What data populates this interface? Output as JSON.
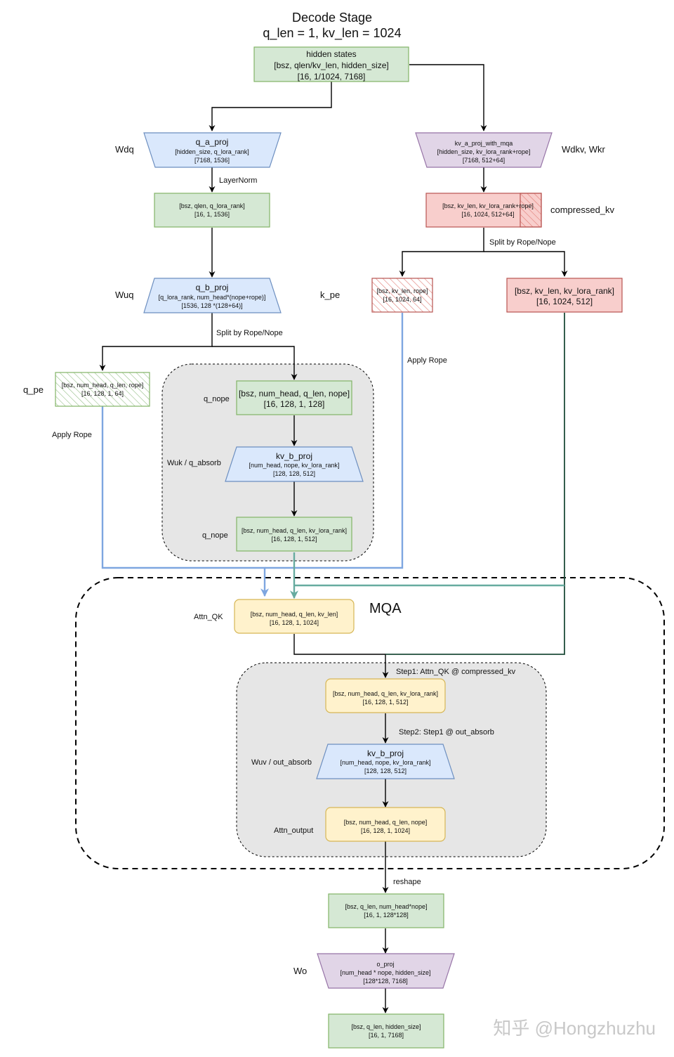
{
  "title": {
    "line1": "Decode Stage",
    "line2": "q_len = 1, kv_len = 1024"
  },
  "nodes": {
    "hidden_states": {
      "l1": "hidden states",
      "l2": "[bsz, qlen/kv_len, hidden_size]",
      "l3": "[16, 1/1024, 7168]"
    },
    "q_a_proj": {
      "l1": "q_a_proj",
      "l2": "[hidden_size, q_lora_rank]",
      "l3": "[7168, 1536]"
    },
    "kv_a_proj": {
      "l1": "kv_a_proj_with_mqa",
      "l2": "[hidden_size, kv_lora_rank+rope]",
      "l3": "[7168, 512+64]"
    },
    "q_lora": {
      "l1": "[bsz, qlen, q_lora_rank]",
      "l2": "[16, 1, 1536]"
    },
    "compressed": {
      "l1": "[bsz, kv_len, kv_lora_rank+rope]",
      "l2": "[16, 1024, 512+64]"
    },
    "q_b_proj": {
      "l1": "q_b_proj",
      "l2": "[q_lora_rank, num_head*(nope+rope)]",
      "l3": "[1536, 128 *(128+64)]"
    },
    "k_pe": {
      "l1": "[bsz, kv_len, rope]",
      "l2": "[16, 1024, 64]"
    },
    "kv_latent": {
      "l1": "[bsz, kv_len, kv_lora_rank]",
      "l2": "[16, 1024, 512]"
    },
    "q_pe": {
      "l1": "[bsz, num_head, q_len, rope]",
      "l2": "[16, 128, 1, 64]"
    },
    "q_nope1": {
      "l1": "[bsz, num_head, q_len, nope]",
      "l2": "[16, 128, 1, 128]"
    },
    "kv_b_proj1": {
      "l1": "kv_b_proj",
      "l2": "[num_head, nope, kv_lora_rank]",
      "l3": "[128, 128, 512]"
    },
    "q_nope2": {
      "l1": "[bsz, num_head, q_len, kv_lora_rank]",
      "l2": "[16, 128, 1, 512]"
    },
    "attn_qk": {
      "l1": "[bsz, num_head, q_len, kv_len]",
      "l2": "[16, 128, 1, 1024]"
    },
    "step1": {
      "l1": "[bsz, num_head, q_len, kv_lora_rank]",
      "l2": "[16, 128, 1, 512]"
    },
    "kv_b_proj2": {
      "l1": "kv_b_proj",
      "l2": "[num_head, nope, kv_lora_rank]",
      "l3": "[128, 128, 512]"
    },
    "attn_out": {
      "l1": "[bsz, num_head, q_len, nope]",
      "l2": "[16, 128, 1, 1024]"
    },
    "reshaped": {
      "l1": "[bsz, q_len, num_head*nope]",
      "l2": "[16, 1, 128*128]"
    },
    "o_proj": {
      "l1": "o_proj",
      "l2": "[num_head * nope, hidden_size]",
      "l3": "[128*128, 7168]"
    },
    "final": {
      "l1": "[bsz, q_len, hidden_size]",
      "l2": "[16, 1, 7168]"
    }
  },
  "labels": {
    "wdq": "Wdq",
    "wdkv": "Wdkv, Wkr",
    "layernorm": "LayerNorm",
    "compressed_kv": "compressed_kv",
    "split1": "Split by Rope/Nope",
    "wuq": "Wuq",
    "k_pe": "k_pe",
    "split2": "Split by Rope/Nope",
    "apply_rope_k": "Apply Rope",
    "q_pe": "q_pe",
    "q_nope1": "q_nope",
    "apply_rope_q": "Apply Rope",
    "wuk": "Wuk / q_absorb",
    "q_nope2": "q_nope",
    "mqa": "MQA",
    "attn_qk": "Attn_QK",
    "step1": "Step1: Attn_QK @ compressed_kv",
    "step2": "Step2: Step1 @ out_absorb",
    "wuv": "Wuv / out_absorb",
    "attn_output": "Attn_output",
    "reshape": "reshape",
    "wo": "Wo"
  },
  "watermark": "知乎 @Hongzhuzhu",
  "colors": {
    "green_fill": "#d5e8d4",
    "green_stroke": "#82b366",
    "blue_fill": "#dae8fc",
    "blue_stroke": "#6c8ebf",
    "purple_fill": "#e1d5e7",
    "purple_stroke": "#9673a6",
    "red_fill": "#f8cecc",
    "red_stroke": "#b85450",
    "yellow_fill": "#fff2cc",
    "yellow_stroke": "#d6b656",
    "gray_fill": "#e6e6e6",
    "rope_line": "#7ea6e0",
    "nope_line": "#67ab9f",
    "kv_line": "#1f4d3a"
  }
}
